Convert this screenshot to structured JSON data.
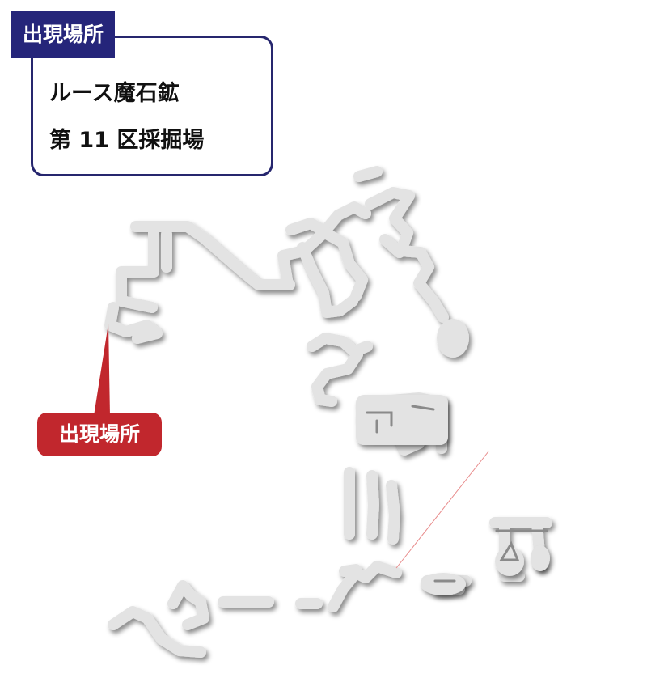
{
  "info_card": {
    "tag": "出現場所",
    "area_line1": "ルース魔石鉱",
    "area_line2": "第 11 区採掘場"
  },
  "callout": {
    "label": "出現場所"
  },
  "colors": {
    "tag_bg": "#25257a",
    "card_border": "#26266e",
    "callout": "#c1272d",
    "tunnel": "#e3e3e3",
    "tunnel_shadow": "#9a9a9a"
  },
  "icons": {
    "tunnel_map": "cave-map-icon",
    "callout_pointer": "pointer-icon"
  }
}
